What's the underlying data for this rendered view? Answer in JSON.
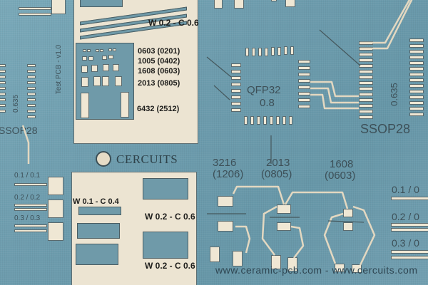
{
  "top_left_panel": {
    "trace_label": "W 0.2 - C 0.6",
    "footprints": [
      "0603 (0201)",
      "1005 (0402)",
      "1608 (0603)",
      "2013 (0805)",
      "6432 (2512)"
    ]
  },
  "rotated_labels": {
    "test_pcb": "Test PCB - v1.0",
    "pitch_left": "0.635",
    "pitch_right": "0.635"
  },
  "qfp": {
    "name": "QFP32",
    "pitch": "0.8"
  },
  "ssop": {
    "left_name": "SSOP28",
    "right_name": "SSOP28"
  },
  "logo": {
    "text": "CERCUITS"
  },
  "bottom_left_panel": {
    "trace_labels": [
      "W 0.1 - C 0.4",
      "W 0.2 - C 0.6",
      "W 0.2 - C 0.6"
    ]
  },
  "left_gap_labels": [
    "0.1 / 0.1",
    "0.2 / 0.2",
    "0.3 / 0.3"
  ],
  "right_gap_labels": [
    "0.1 / 0",
    "0.2 / 0",
    "0.3 / 0"
  ],
  "packages": [
    {
      "metric": "3216",
      "imperial": "(1206)"
    },
    {
      "metric": "2013",
      "imperial": "(0805)"
    },
    {
      "metric": "1608",
      "imperial": "(0603)"
    }
  ],
  "watermark": "www.ceramic-pcb.com - www.cercuits.com"
}
